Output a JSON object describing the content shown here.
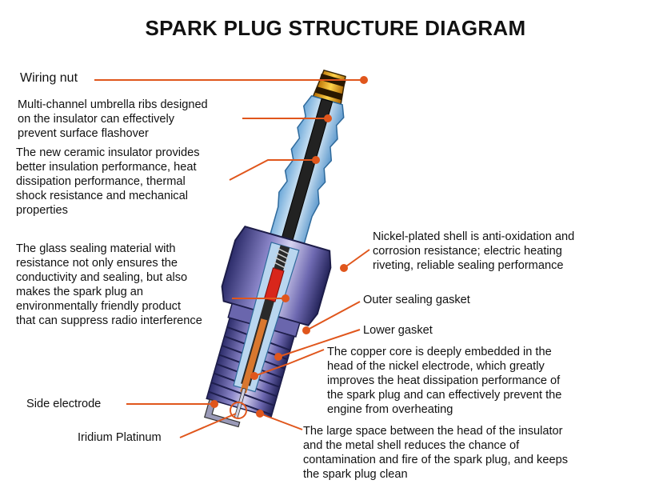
{
  "title": "SPARK PLUG STRUCTURE DIAGRAM",
  "accent_color": "#e0561c",
  "labels": {
    "wiring_nut": "Wiring nut",
    "umbrella_ribs": [
      "Multi-channel umbrella ribs designed",
      "on the insulator can effectively",
      "prevent surface flashover"
    ],
    "ceramic_insulator": [
      "The new ceramic insulator provides",
      "better insulation performance, heat",
      "dissipation performance, thermal",
      "shock resistance and mechanical",
      "properties"
    ],
    "glass_sealing": [
      "The glass sealing material with",
      "resistance not only ensures the",
      "conductivity and sealing, but also",
      "makes the spark plug an",
      "environmentally friendly product",
      "that can suppress radio interference"
    ],
    "side_electrode": "Side electrode",
    "iridium_platinum": "Iridium Platinum",
    "nickel_shell": [
      "Nickel-plated shell is anti-oxidation and",
      "corrosion resistance; electric heating",
      "riveting, reliable sealing performance"
    ],
    "outer_gasket": "Outer sealing gasket",
    "lower_gasket": "Lower gasket",
    "copper_core": [
      "The copper core is deeply embedded in the",
      "head of the nickel electrode, which greatly",
      "improves the heat dissipation performance of",
      "the spark plug and can effectively prevent the",
      "engine from overheating"
    ],
    "large_space": [
      "The large space between the head of the insulator",
      "and the metal shell reduces the chance of",
      "contamination and fire of the spark plug, and keeps",
      "the spark plug clean"
    ]
  }
}
